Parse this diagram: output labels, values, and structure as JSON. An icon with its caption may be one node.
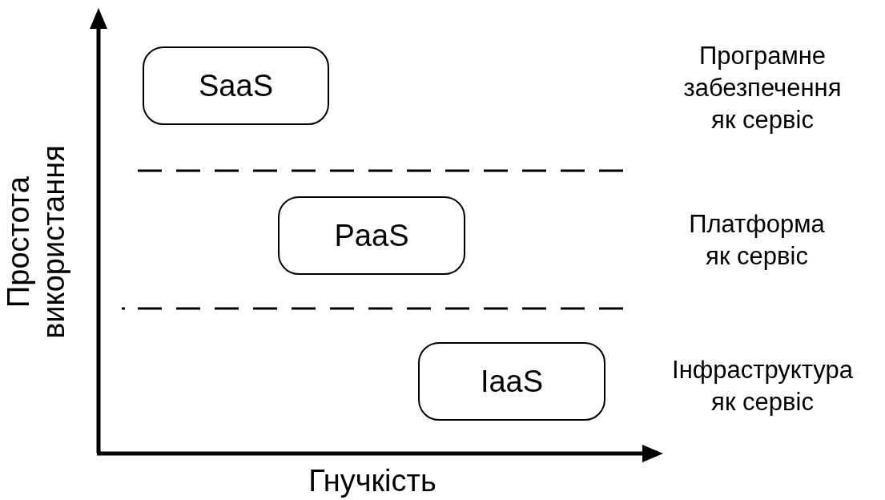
{
  "diagram": {
    "nodes": [
      {
        "text": [
          "SaaS"
        ]
      },
      {
        "text": [
          "PaaS"
        ]
      },
      {
        "text": [
          "IaaS"
        ]
      }
    ],
    "labels": [
      "Програмне забезпечення як сервіс",
      "Простота використання",
      "Платформа як сервіс",
      "Інфраструктура як сервіс",
      "Гнучкість"
    ]
  }
}
